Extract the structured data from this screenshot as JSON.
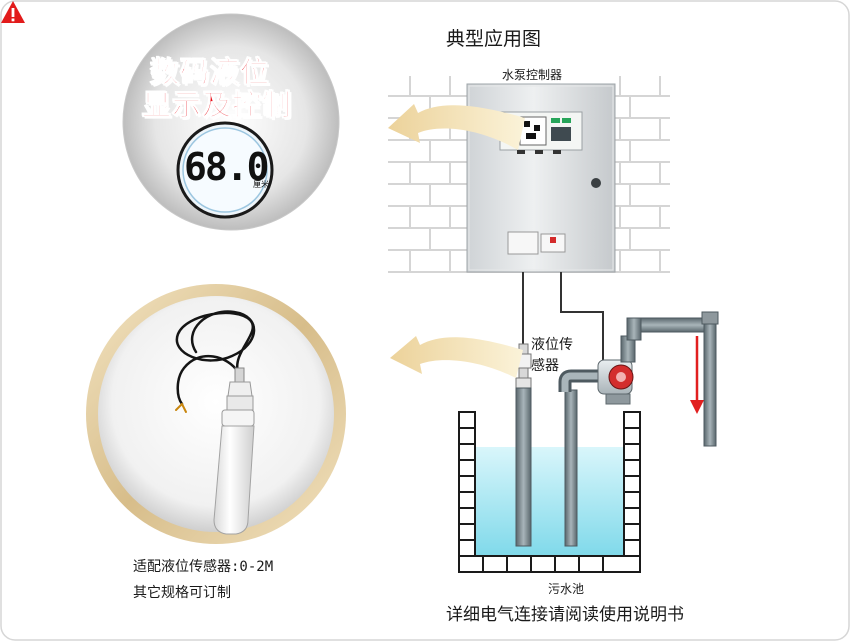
{
  "title": "典型应用图",
  "controller_label": "水泵控制器",
  "sensor_label": "液位传感器",
  "pool_label": "污水池",
  "warning_text": "详细电气连接请阅读使用说明书",
  "feature": {
    "line1": "数码液位",
    "line2": "显示及控制",
    "display_value": "68.0",
    "display_unit": "厘米"
  },
  "sensor_note": {
    "line1": "适配液位传感器:0-2M",
    "line2": "其它规格可订制"
  },
  "colors": {
    "accent_red": "#e8101a",
    "water": "#8fe0ef",
    "pipe": "#7d8a90",
    "arrow": "#f3e2b0"
  },
  "icons": [
    "warning-triangle-icon",
    "flow-down-arrow-icon"
  ]
}
